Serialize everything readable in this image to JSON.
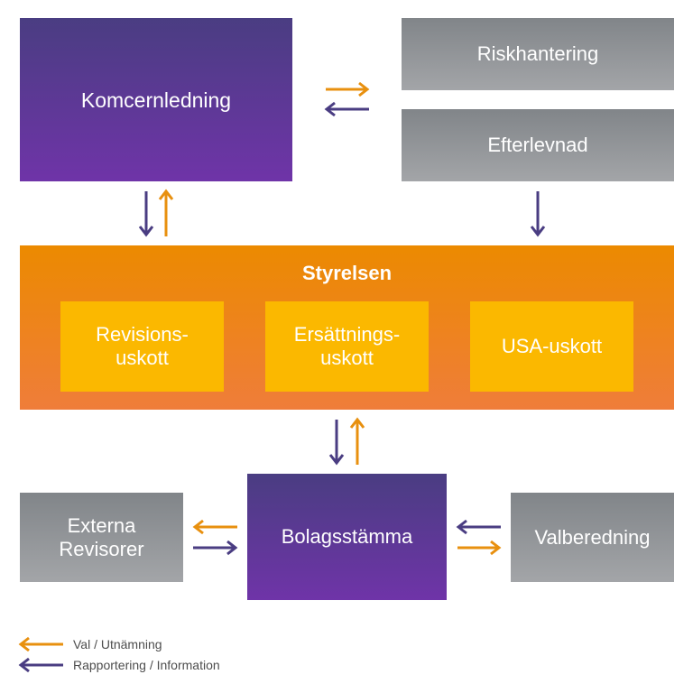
{
  "colors": {
    "purple_arrow": "#4a3d82",
    "orange_arrow": "#e8900f",
    "purple_box": "#5a3a9a",
    "grey_box": "#8f9296",
    "board": "#ec8a00",
    "committee": "#fbb800"
  },
  "nodes": {
    "komcernledning": "Komcernledning",
    "riskhantering": "Riskhantering",
    "efterlevnad": "Efterlevnad",
    "styrelsen": "Styrelsen",
    "revisionsutskott": "Revisions-\nuskott",
    "ersattningsutskott": "Ersättnings-\nuskott",
    "usa_utskott": "USA-uskott",
    "externa_revisorer": "Externa\nRevisorer",
    "bolagsstamma": "Bolagsstämma",
    "valberedning": "Valberedning"
  },
  "legend": {
    "orange_label": "Val / Utnämning",
    "purple_label": "Rapportering / Information"
  }
}
